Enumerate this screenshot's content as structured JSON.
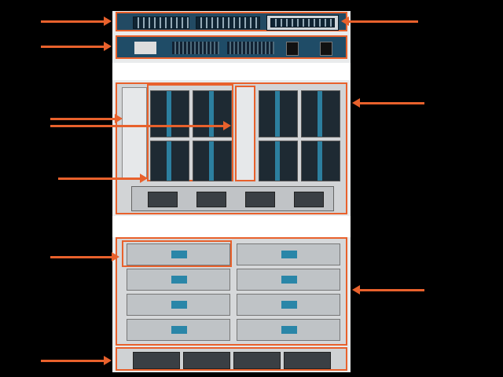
{
  "diagram": {
    "accent_color": "#e8612c",
    "background_color": "#000000",
    "components": [
      {
        "id": "fabric-interconnect",
        "icon": "network-switch-icon"
      },
      {
        "id": "io-module",
        "icon": "io-module-icon"
      },
      {
        "id": "server-chassis-top",
        "icon": "chassis-icon"
      },
      {
        "id": "blade-chassis-bottom",
        "icon": "blade-chassis-icon"
      },
      {
        "id": "drive-shelf",
        "icon": "storage-shelf-icon"
      }
    ]
  }
}
